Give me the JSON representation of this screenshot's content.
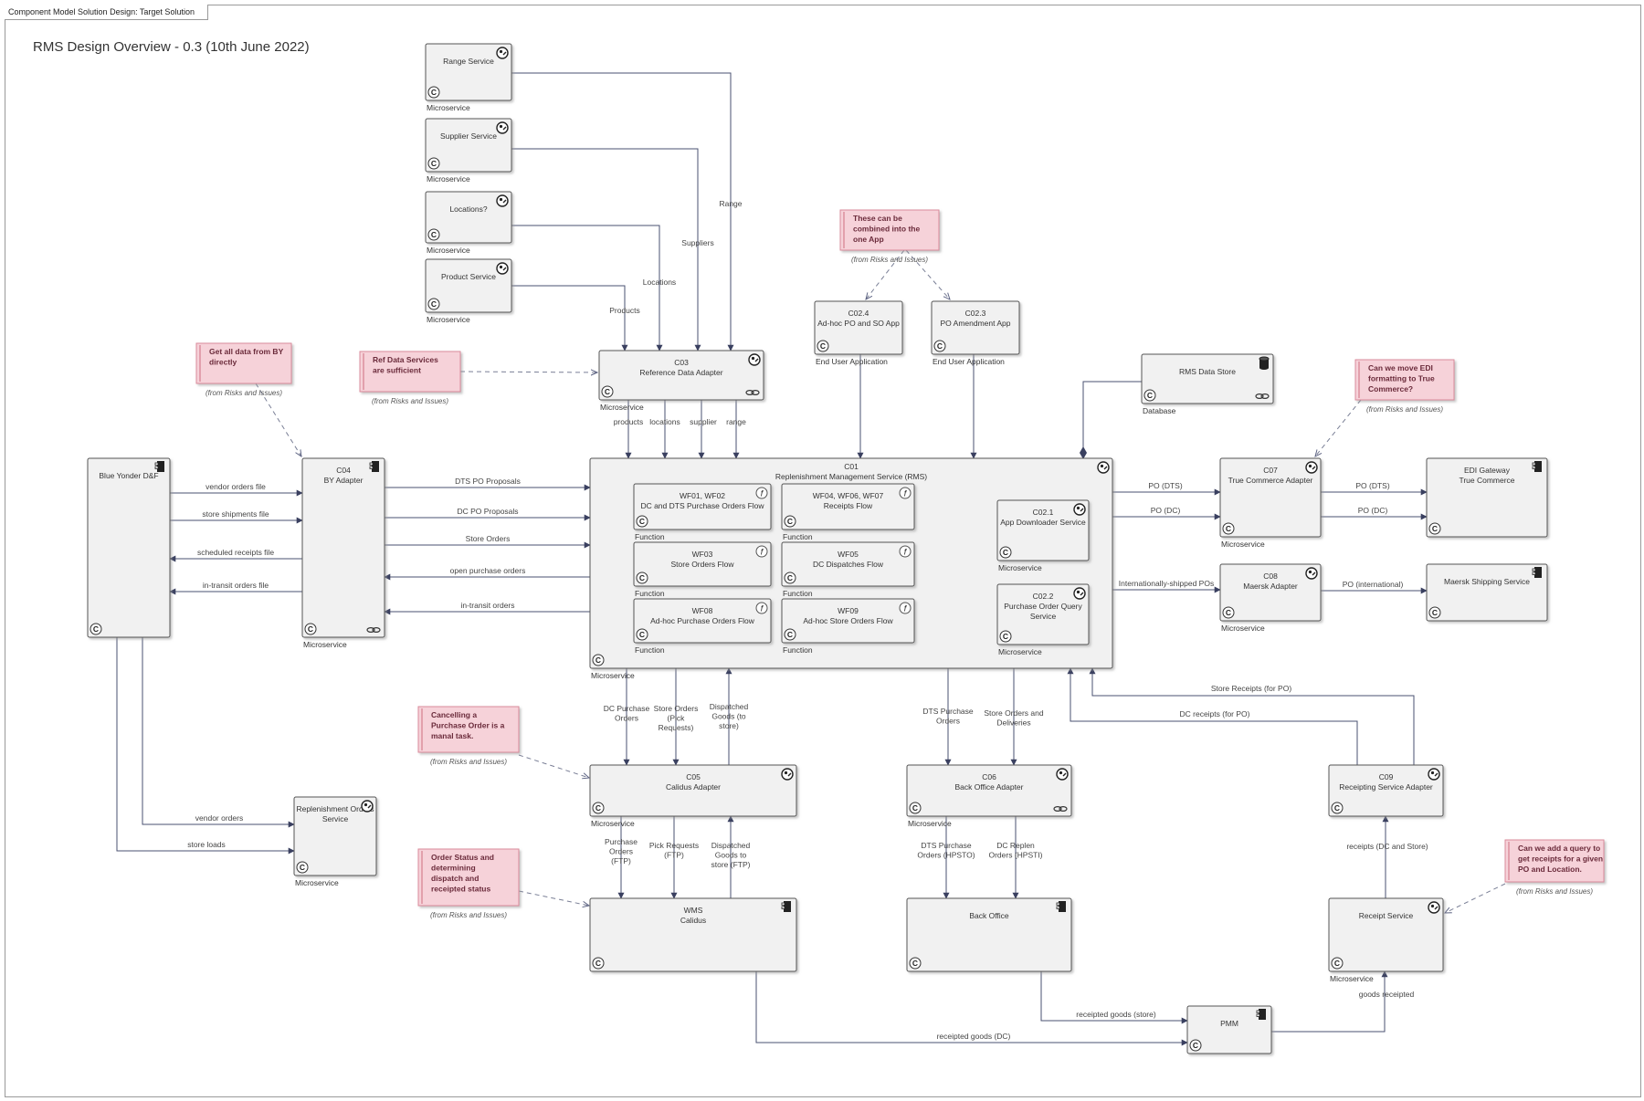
{
  "frame_tab": "Component Model Solution Design: Target Solution",
  "diagram_title": "RMS Design Overview - 0.3 (10th June 2022)",
  "colors": {
    "line": "#4a5170",
    "box_fill": "#f1f1f1",
    "box_border": "#555555",
    "note_fill": "#f6d2d9",
    "note_border": "#d98a9a",
    "note_text": "#6a2a3a"
  },
  "components": [
    {
      "id": "range",
      "lines": [
        "Range Service"
      ],
      "stereotype": "Microservice",
      "icon": "component-icon"
    },
    {
      "id": "supplier",
      "lines": [
        "Supplier Service"
      ],
      "stereotype": "Microservice",
      "icon": "component-icon"
    },
    {
      "id": "locations",
      "lines": [
        "Locations?"
      ],
      "stereotype": "Microservice",
      "icon": "component-icon"
    },
    {
      "id": "product",
      "lines": [
        "Product Service"
      ],
      "stereotype": "Microservice",
      "icon": "component-icon"
    },
    {
      "id": "c03",
      "lines": [
        "C03",
        "Reference Data Adapter"
      ],
      "stereotype": "Microservice",
      "icon": "component-icon",
      "link": true
    },
    {
      "id": "c024",
      "lines": [
        "C02.4",
        "Ad-hoc PO and SO App"
      ],
      "stereotype": "End User Application",
      "icon": "none"
    },
    {
      "id": "c023",
      "lines": [
        "C02.3",
        "PO Amendment App"
      ],
      "stereotype": "End User Application",
      "icon": "none"
    },
    {
      "id": "rmsdb",
      "lines": [
        "RMS Data Store"
      ],
      "stereotype": "Database",
      "icon": "database-icon",
      "link": true
    },
    {
      "id": "blueyonder",
      "lines": [
        "Blue Yonder D&F"
      ],
      "stereotype": "",
      "icon": "node-icon"
    },
    {
      "id": "c04",
      "lines": [
        "C04",
        "BY Adapter"
      ],
      "stereotype": "Microservice",
      "icon": "node-icon",
      "link": true
    },
    {
      "id": "c01",
      "lines": [
        "C01",
        "Replenishment Management Service (RMS)"
      ],
      "stereotype": "Microservice",
      "icon": "component-icon"
    },
    {
      "id": "wf01",
      "lines": [
        "WF01, WF02",
        "DC and DTS Purchase Orders Flow"
      ],
      "stereotype": "Function",
      "icon": "function-icon"
    },
    {
      "id": "wf04",
      "lines": [
        "WF04, WF06, WF07",
        "Receipts Flow"
      ],
      "stereotype": "Function",
      "icon": "function-icon"
    },
    {
      "id": "wf03",
      "lines": [
        "WF03",
        "Store Orders Flow"
      ],
      "stereotype": "Function",
      "icon": "function-icon"
    },
    {
      "id": "wf05",
      "lines": [
        "WF05",
        "DC Dispatches Flow"
      ],
      "stereotype": "Function",
      "icon": "function-icon"
    },
    {
      "id": "wf08",
      "lines": [
        "WF08",
        "Ad-hoc Purchase Orders Flow"
      ],
      "stereotype": "Function",
      "icon": "function-icon"
    },
    {
      "id": "wf09",
      "lines": [
        "WF09",
        "Ad-hoc Store Orders Flow"
      ],
      "stereotype": "Function",
      "icon": "function-icon"
    },
    {
      "id": "c021",
      "lines": [
        "C02.1",
        "App Downloader Service"
      ],
      "stereotype": "Microservice",
      "icon": "component-icon"
    },
    {
      "id": "c022",
      "lines": [
        "C02.2",
        "Purchase Order Query",
        "Service"
      ],
      "stereotype": "Microservice",
      "icon": "component-icon"
    },
    {
      "id": "c07",
      "lines": [
        "C07",
        "True Commerce Adapter"
      ],
      "stereotype": "Microservice",
      "icon": "component-icon"
    },
    {
      "id": "edi",
      "lines": [
        "EDI Gateway",
        "True Commerce"
      ],
      "stereotype": "",
      "icon": "node-icon"
    },
    {
      "id": "c08",
      "lines": [
        "C08",
        "Maersk Adapter"
      ],
      "stereotype": "Microservice",
      "icon": "component-icon"
    },
    {
      "id": "maersk",
      "lines": [
        "Maersk Shipping Service"
      ],
      "stereotype": "",
      "icon": "node-icon"
    },
    {
      "id": "replorders",
      "lines": [
        "Replenishment Orders",
        "Service"
      ],
      "stereotype": "Microservice",
      "icon": "component-icon"
    },
    {
      "id": "c05",
      "lines": [
        "C05",
        "Calidus Adapter"
      ],
      "stereotype": "Microservice",
      "icon": "component-icon"
    },
    {
      "id": "c06",
      "lines": [
        "C06",
        "Back Office Adapter"
      ],
      "stereotype": "Microservice",
      "icon": "component-icon",
      "link": true
    },
    {
      "id": "c09",
      "lines": [
        "C09",
        "Receipting Service Adapter"
      ],
      "stereotype": "",
      "icon": "component-icon"
    },
    {
      "id": "wms",
      "lines": [
        "WMS",
        "Calidus"
      ],
      "stereotype": "",
      "icon": "node-icon"
    },
    {
      "id": "backoffice",
      "lines": [
        "Back Office"
      ],
      "stereotype": "",
      "icon": "node-icon"
    },
    {
      "id": "receipt",
      "lines": [
        "Receipt Service"
      ],
      "stereotype": "Microservice",
      "icon": "component-icon"
    },
    {
      "id": "pmm",
      "lines": [
        "PMM"
      ],
      "stereotype": "",
      "icon": "node-icon"
    }
  ],
  "notes": [
    {
      "id": "note-combine",
      "lines": [
        "These can be",
        "combined into the",
        "one App"
      ],
      "from": "(from Risks and Issues)"
    },
    {
      "id": "note-by",
      "lines": [
        "Get all data from BY",
        "directly"
      ],
      "from": "(from Risks and Issues)"
    },
    {
      "id": "note-ref",
      "lines": [
        "Ref Data Services",
        "are sufficient"
      ],
      "from": "(from Risks and Issues)"
    },
    {
      "id": "note-edi",
      "lines": [
        "Can we move EDI",
        "formatting to True",
        "Commerce?"
      ],
      "from": "(from Risks and Issues)"
    },
    {
      "id": "note-cancel",
      "lines": [
        "Cancelling a",
        "Purchase Order is a",
        "manal task."
      ],
      "from": "(from Risks and Issues)"
    },
    {
      "id": "note-status",
      "lines": [
        "Order Status and",
        "determining",
        "dispatch and",
        "receipted status"
      ],
      "from": "(from Risks and Issues)"
    },
    {
      "id": "note-query",
      "lines": [
        "Can we add a query to",
        "get receipts for a given",
        "PO and Location."
      ],
      "from": "(from Risks and Issues)"
    }
  ],
  "edge_labels": {
    "range": "Range",
    "suppliers": "Suppliers",
    "locations": "Locations",
    "products": "Products",
    "products_lc": "products",
    "locations_lc": "locations",
    "supplier_lc": "supplier",
    "range_lc": "range",
    "vendor_orders_file": "vendor orders file",
    "store_shipments_file": "store shipments file",
    "scheduled_receipts_file": "scheduled receipts file",
    "in_transit_orders_file": "in-transit orders file",
    "dts_po_proposals": "DTS PO Proposals",
    "dc_po_proposals": "DC PO Proposals",
    "store_orders": "Store Orders",
    "open_purchase_orders": "open purchase orders",
    "in_transit_orders": "in-transit orders",
    "po_dts": "PO (DTS)",
    "po_dc": "PO (DC)",
    "po_dts_2": "PO (DTS)",
    "po_dc_2": "PO (DC)",
    "internationally_shipped": "Internationally-shipped POs",
    "po_international": "PO (international)",
    "vendor_orders": "vendor orders",
    "store_loads": "store loads",
    "dc_purchase_orders": [
      "DC Purchase",
      "Orders"
    ],
    "store_orders_pick": [
      "Store Orders",
      "(Pick",
      "Requests)"
    ],
    "dispatched_goods": [
      "Dispatched",
      "Goods (to",
      "store)"
    ],
    "dts_purchase_orders": [
      "DTS Purchase",
      "Orders"
    ],
    "store_orders_deliveries": [
      "Store Orders and",
      "Deliveries"
    ],
    "store_receipts_po": "Store Receipts (for PO)",
    "dc_receipts_po": "DC receipts (for PO)",
    "purchase_orders_ftp": [
      "Purchase",
      "Orders",
      "(FTP)"
    ],
    "pick_requests_ftp": [
      "Pick Requests",
      "(FTP)"
    ],
    "dispatched_goods_ftp": [
      "Dispatched",
      "Goods to",
      "store (FTP)"
    ],
    "dts_purchase_hpsto": [
      "DTS Purchase",
      "Orders (HPSTO)"
    ],
    "dc_replen_hpsti": [
      "DC Replen",
      "Orders (HPSTI)"
    ],
    "receipts_dc_store": "receipts (DC and Store)",
    "goods_receipted": "goods receipted",
    "receipted_goods_store": "receipted goods (store)",
    "receipted_goods_dc": "receipted goods (DC)"
  }
}
